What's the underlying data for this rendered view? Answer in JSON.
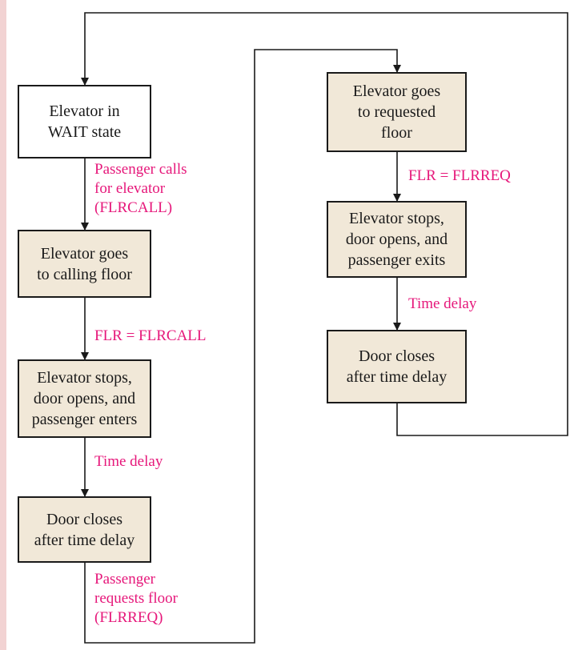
{
  "states": {
    "wait": "Elevator in\nWAIT state",
    "goes_calling": "Elevator goes\nto calling floor",
    "stops_enter": "Elevator stops,\ndoor opens, and\npassenger enters",
    "close_1": "Door closes\nafter time delay",
    "goes_requested": "Elevator goes\nto requested\nfloor",
    "stops_exit": "Elevator stops,\ndoor opens, and\npassenger exits",
    "close_2": "Door closes\nafter time delay"
  },
  "transitions": {
    "call": "Passenger calls\nfor elevator\n(FLRCALL)",
    "arrive_call": "FLR = FLRCALL",
    "delay_1": "Time delay",
    "request": "Passenger\nrequests floor\n(FLRREQ)",
    "arrive_req": "FLR = FLRREQ",
    "delay_2": "Time delay"
  },
  "colors": {
    "box_fill": "#f1e8d8",
    "label": "#e6177a",
    "line": "#1a1a1a"
  }
}
